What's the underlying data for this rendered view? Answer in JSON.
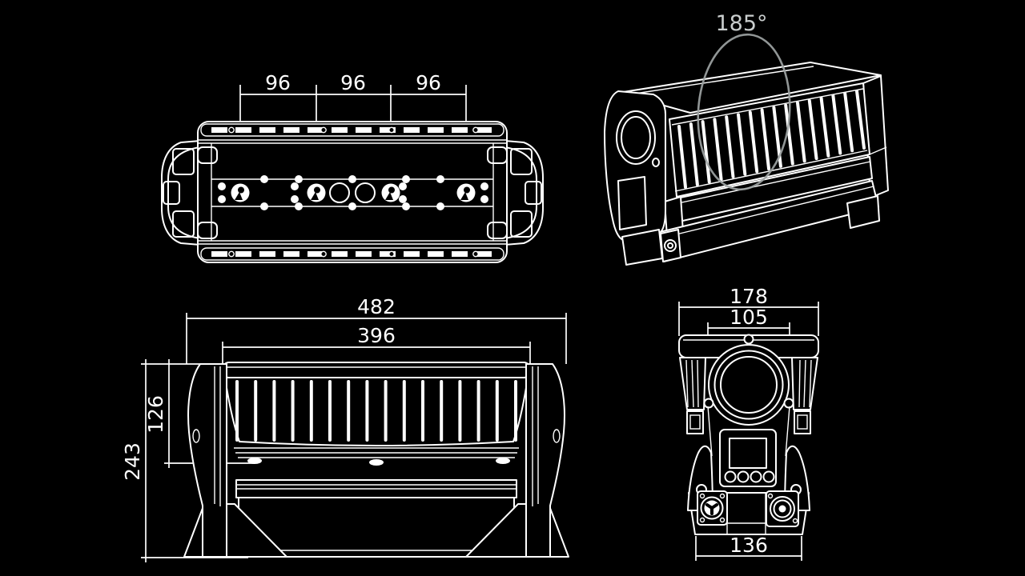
{
  "drawing": {
    "title": "fixture-dimension-drawing",
    "background_color": "#000000",
    "line_color": "#ffffff",
    "muted_color": "#c9cdcd",
    "views": {
      "top_view": {
        "hole_spacing_dims": [
          "96",
          "96",
          "96"
        ]
      },
      "perspective_view": {
        "tilt_range": "185°"
      },
      "front_view": {
        "overall_width": "482",
        "louver_width": "396",
        "louver_height": "126",
        "overall_height": "243"
      },
      "end_view": {
        "overall_width": "178",
        "lens_housing_width": "105",
        "base_width": "136"
      }
    }
  }
}
